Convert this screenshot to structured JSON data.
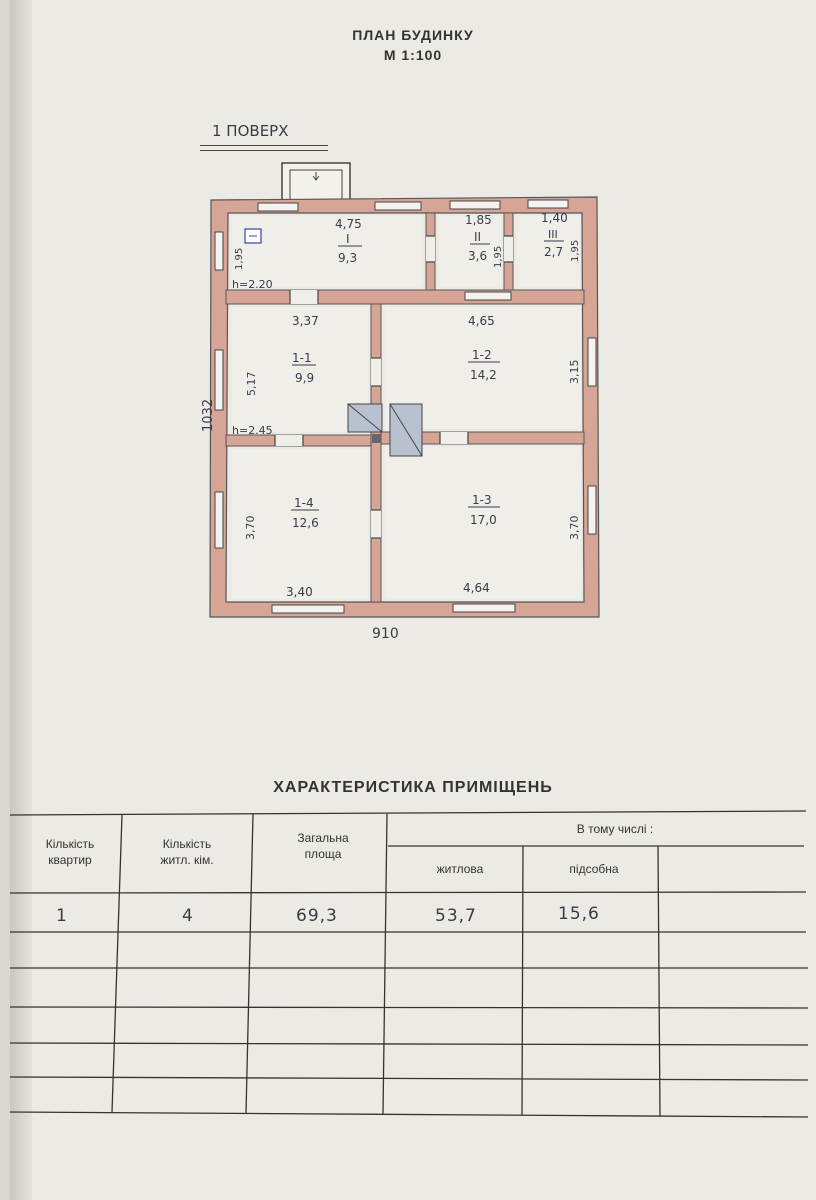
{
  "header": {
    "title": "ПЛАН  БУДИНКУ",
    "scale": "М 1:100",
    "floor_label": "1 ПОВЕРХ"
  },
  "plan": {
    "overall_width": "910",
    "overall_depth": "1032",
    "heights": [
      "h=2.20",
      "h=2.45"
    ],
    "rooms": [
      {
        "id": "I",
        "dim_top": "4,75",
        "dim_side": "1,95",
        "area": "9,3"
      },
      {
        "id": "II",
        "dim_top": "1,85",
        "dim_side": "1,95",
        "area": "3,6"
      },
      {
        "id": "III",
        "dim_top": "1,40",
        "dim_side": "1,95",
        "area": "2,7"
      },
      {
        "id": "1-1",
        "dim_top": "3,37",
        "dim_side": "5,17",
        "area": "9,9"
      },
      {
        "id": "1-2",
        "dim_top": "4,65",
        "dim_side": "3,15",
        "area": "14,2"
      },
      {
        "id": "1-4",
        "dim_bottom": "3,40",
        "dim_side": "3,70",
        "area": "12,6"
      },
      {
        "id": "1-3",
        "dim_bottom": "4,64",
        "dim_side": "3,70",
        "area": "17,0"
      }
    ]
  },
  "characteristics": {
    "title": "ХАРАКТЕРИСТИКА  ПРИМІЩЕНЬ",
    "headers": {
      "apartments": [
        "Кількість",
        "квартир"
      ],
      "living_rooms": [
        "Кількість",
        "житл. кім."
      ],
      "total_area": [
        "Загальна",
        "площа"
      ],
      "including": "В тому числі :",
      "living": "житлова",
      "auxiliary": "підсобна"
    },
    "row": {
      "apartments": "1",
      "living_rooms": "4",
      "total_area": "69,3",
      "living": "53,7",
      "auxiliary": "15,6"
    }
  }
}
